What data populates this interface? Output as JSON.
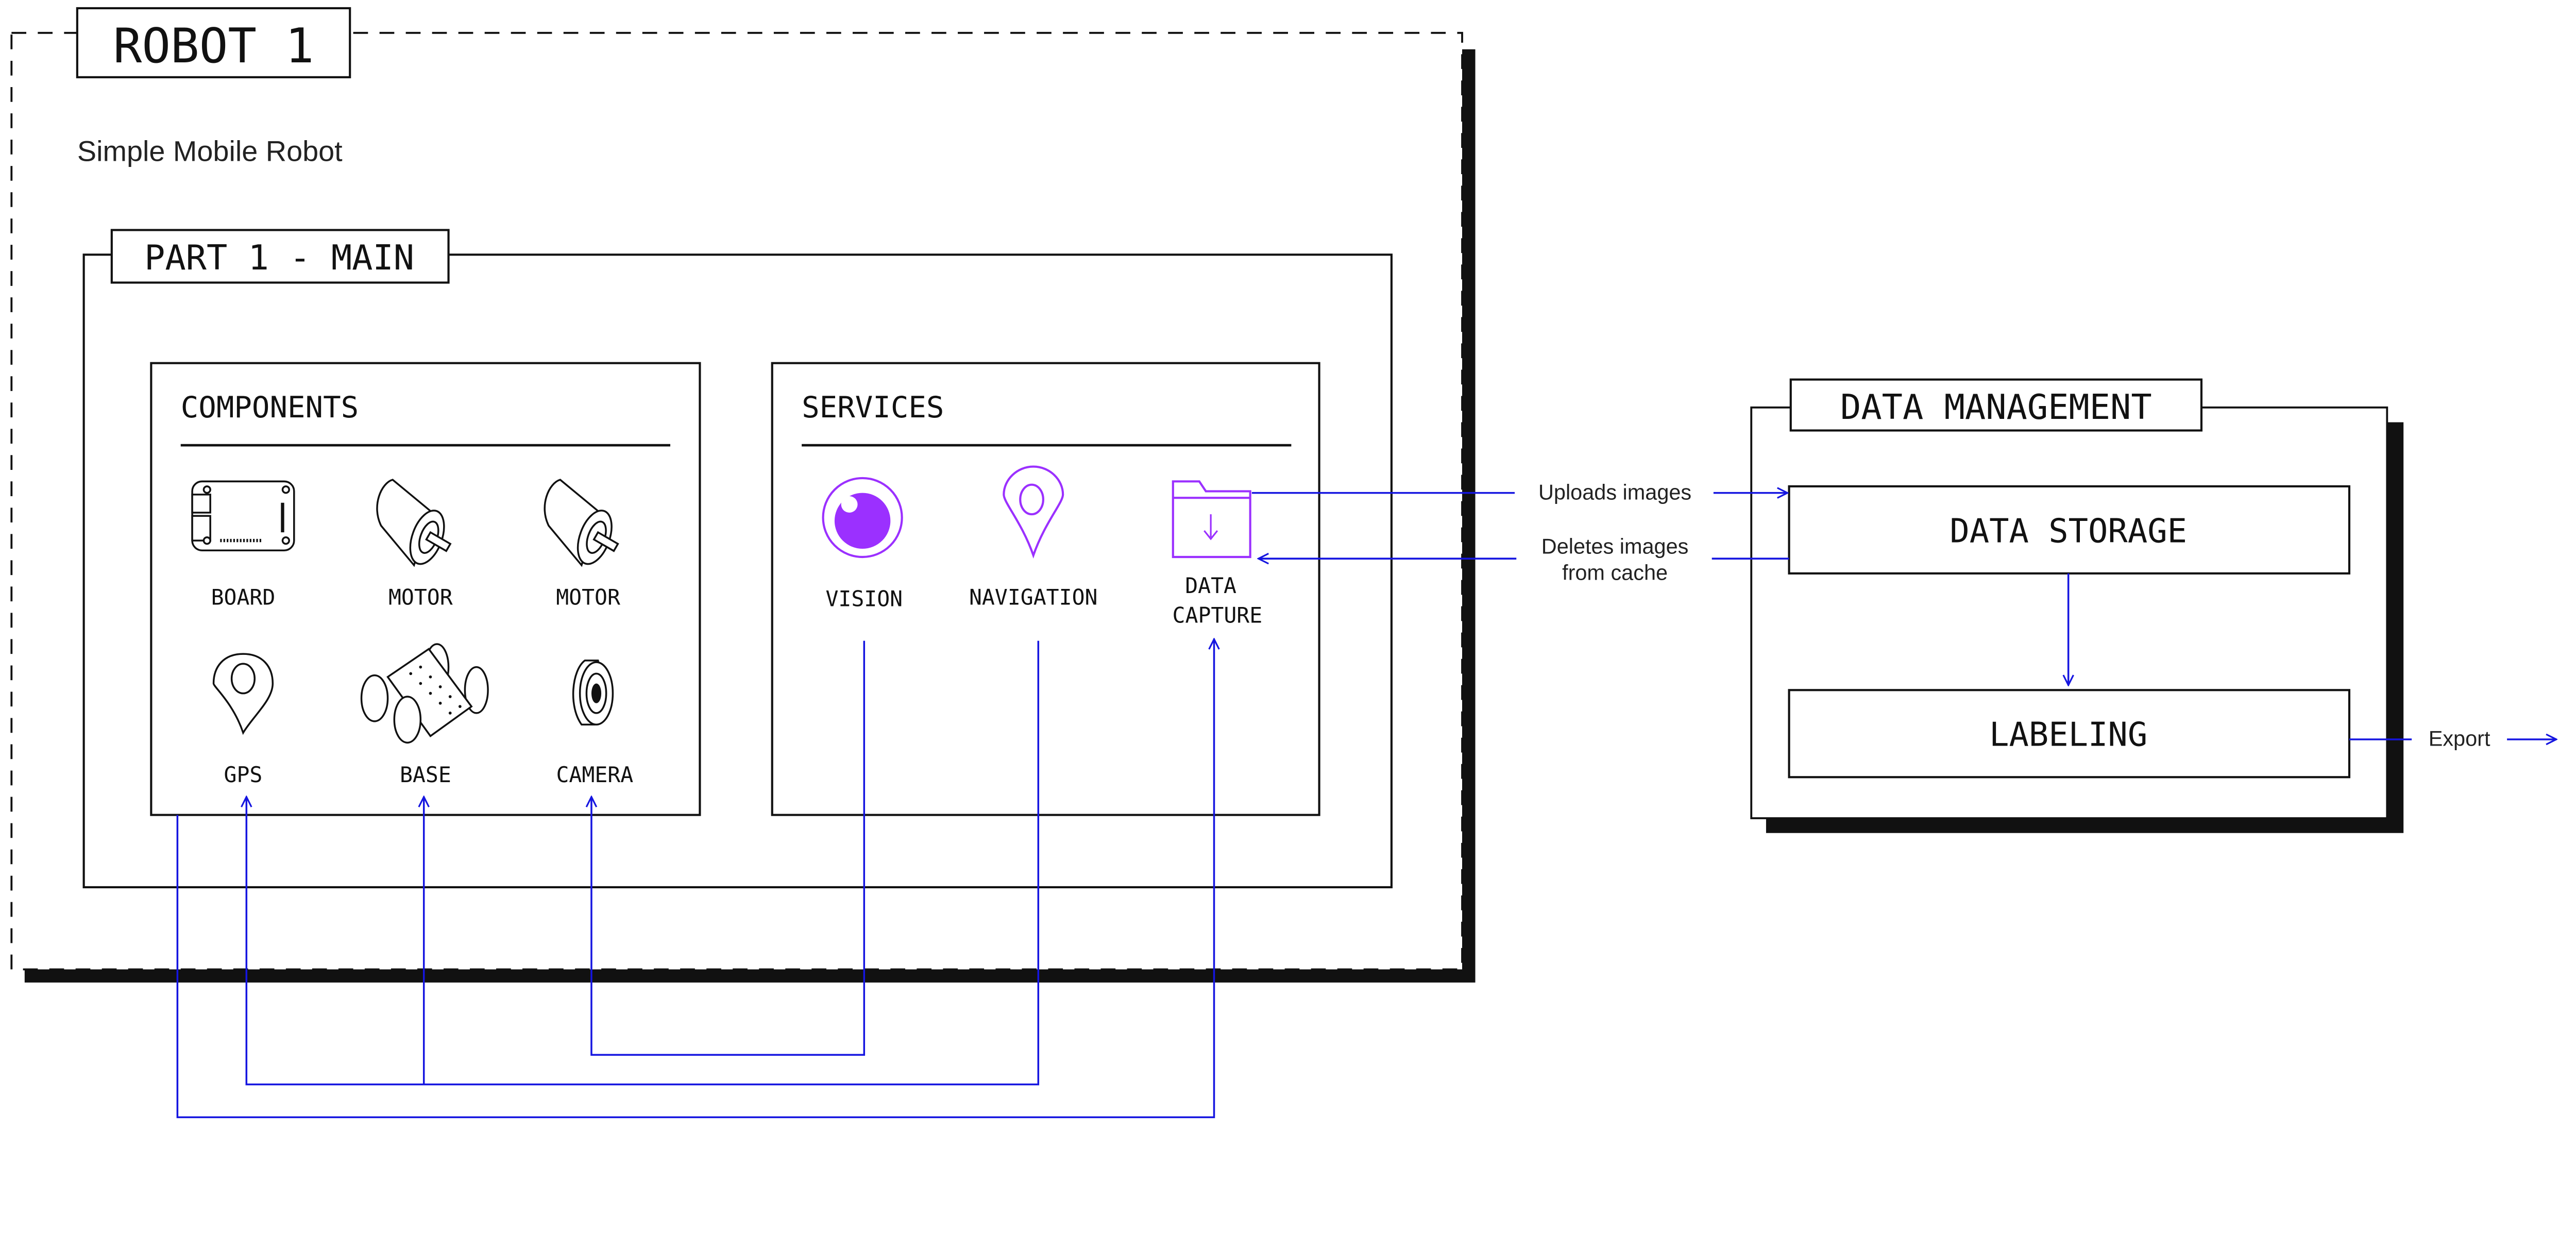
{
  "robot": {
    "title": "ROBOT 1",
    "subtitle": "Simple Mobile Robot",
    "part": {
      "title": "PART 1 - MAIN",
      "components": {
        "title": "COMPONENTS",
        "items": [
          {
            "label": "BOARD",
            "icon": "board-icon"
          },
          {
            "label": "MOTOR",
            "icon": "motor-icon"
          },
          {
            "label": "MOTOR",
            "icon": "motor-icon"
          },
          {
            "label": "GPS",
            "icon": "gps-pin-icon"
          },
          {
            "label": "BASE",
            "icon": "rover-base-icon"
          },
          {
            "label": "CAMERA",
            "icon": "camera-icon"
          }
        ]
      },
      "services": {
        "title": "SERVICES",
        "items": [
          {
            "label": "VISION",
            "icon": "eye-icon"
          },
          {
            "label": "NAVIGATION",
            "icon": "map-pin-icon"
          },
          {
            "label_line1": "DATA",
            "label_line2": "CAPTURE",
            "icon": "folder-download-icon"
          }
        ]
      }
    }
  },
  "data_management": {
    "title": "DATA MANAGEMENT",
    "storage": "DATA STORAGE",
    "labeling": "LABELING"
  },
  "connections": {
    "uploads": "Uploads images",
    "deletes_line1": "Deletes images",
    "deletes_line2": "from cache",
    "export": "Export"
  },
  "colors": {
    "connector": "#1515e0",
    "service_accent": "#9b30ff",
    "border": "#111111"
  }
}
